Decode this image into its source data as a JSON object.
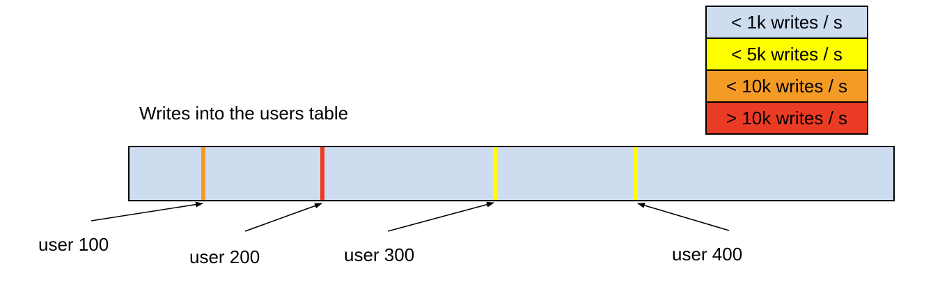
{
  "diagram": {
    "title": "Writes into the users table",
    "bar": {
      "fill": "#cedcf0",
      "border": "#000000"
    },
    "markers": [
      {
        "label": "user 100",
        "category": "< 10k writes / s",
        "color": "#f49b26",
        "position_pct": 9.8
      },
      {
        "label": "user 200",
        "category": "> 10k writes / s",
        "color": "#ea3b24",
        "position_pct": 25.2
      },
      {
        "label": "user 300",
        "category": "< 5k writes / s",
        "color": "#ffff00",
        "position_pct": 47.7
      },
      {
        "label": "user 400",
        "category": "< 5k writes / s",
        "color": "#ffff00",
        "position_pct": 66.1
      }
    ],
    "legend": {
      "items": [
        {
          "label": "< 1k writes / s",
          "color": "#cedcf0"
        },
        {
          "label": "< 5k writes / s",
          "color": "#ffff00"
        },
        {
          "label": "< 10k writes / s",
          "color": "#f49b26"
        },
        {
          "label": "> 10k writes / s",
          "color": "#ea3b24"
        }
      ]
    },
    "colors": {
      "background": "#ffffff",
      "text": "#000000",
      "arrow": "#000000"
    }
  }
}
